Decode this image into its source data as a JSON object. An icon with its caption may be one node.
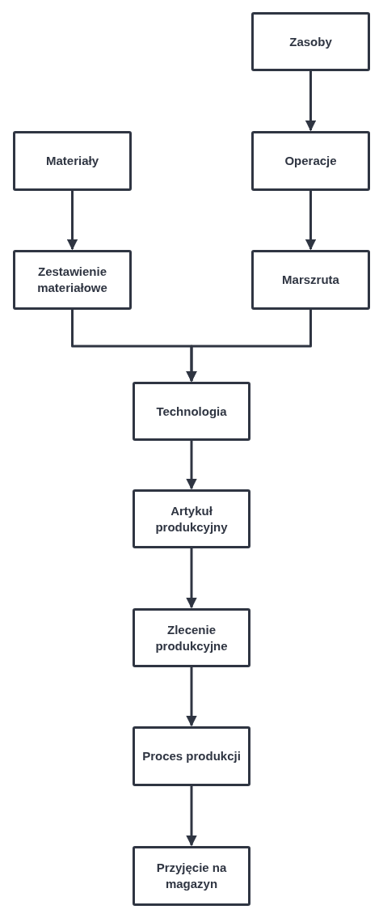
{
  "diagram": {
    "nodes": [
      {
        "text": [
          "Zasoby"
        ]
      },
      {
        "text": [
          "Materiały"
        ]
      },
      {
        "text": [
          "Operacje"
        ]
      },
      {
        "text": [
          "Zestawienie materiałowe"
        ]
      },
      {
        "text": [
          "Marszruta"
        ]
      },
      {
        "text": [
          "Technologia"
        ]
      },
      {
        "text": [
          "Artykuł produkcyjny"
        ]
      },
      {
        "text": [
          "Zlecenie produkcyjne"
        ]
      },
      {
        "text": [
          "Proces produkcji"
        ]
      },
      {
        "text": [
          "Przyjęcie na magazyn"
        ]
      }
    ],
    "edges": [
      {
        "from": 0,
        "to": 2,
        "arrow": "to"
      },
      {
        "from": 1,
        "to": 3,
        "arrow": "to"
      },
      {
        "from": 2,
        "to": 4,
        "arrow": "to"
      },
      {
        "from": 3,
        "to": 5,
        "arrow": "to"
      },
      {
        "from": 4,
        "to": 5,
        "arrow": "to"
      },
      {
        "from": 5,
        "to": 6,
        "arrow": "to"
      },
      {
        "from": 6,
        "to": 7,
        "arrow": "to"
      },
      {
        "from": 7,
        "to": 8,
        "arrow": "to"
      },
      {
        "from": 8,
        "to": 9,
        "arrow": "to"
      }
    ]
  }
}
